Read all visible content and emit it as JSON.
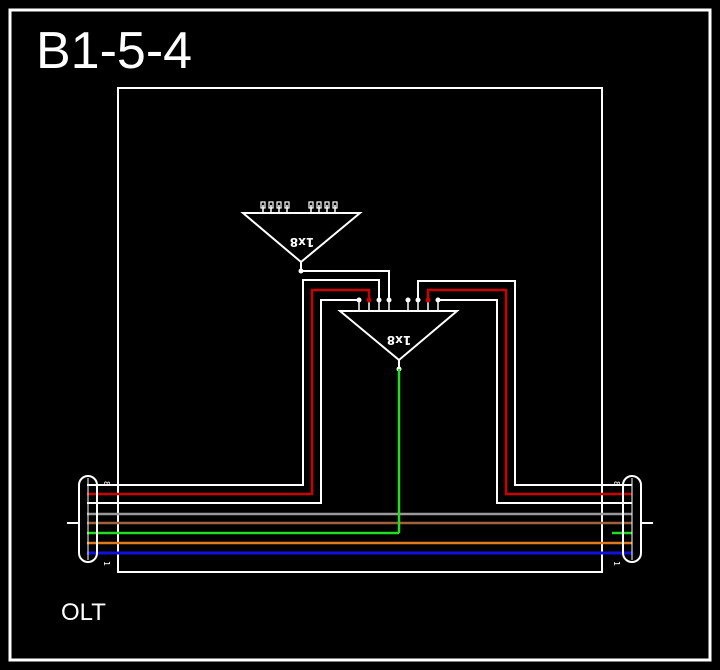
{
  "diagram": {
    "title": "B1-5-4",
    "olt_label": "OLT",
    "splitter_top_label": "1x8",
    "splitter_mid_label": "1x8",
    "cable_marks": {
      "left_top": "8",
      "left_bottom": "1",
      "right_top": "8",
      "right_bottom": "1"
    }
  },
  "colors": {
    "background": "#000000",
    "line": "#ffffff",
    "red": "#cc0000",
    "gray": "#999999",
    "brown": "#a0623c",
    "green": "#22dd22",
    "orange": "#e07a1e",
    "blue": "#1010e0"
  }
}
